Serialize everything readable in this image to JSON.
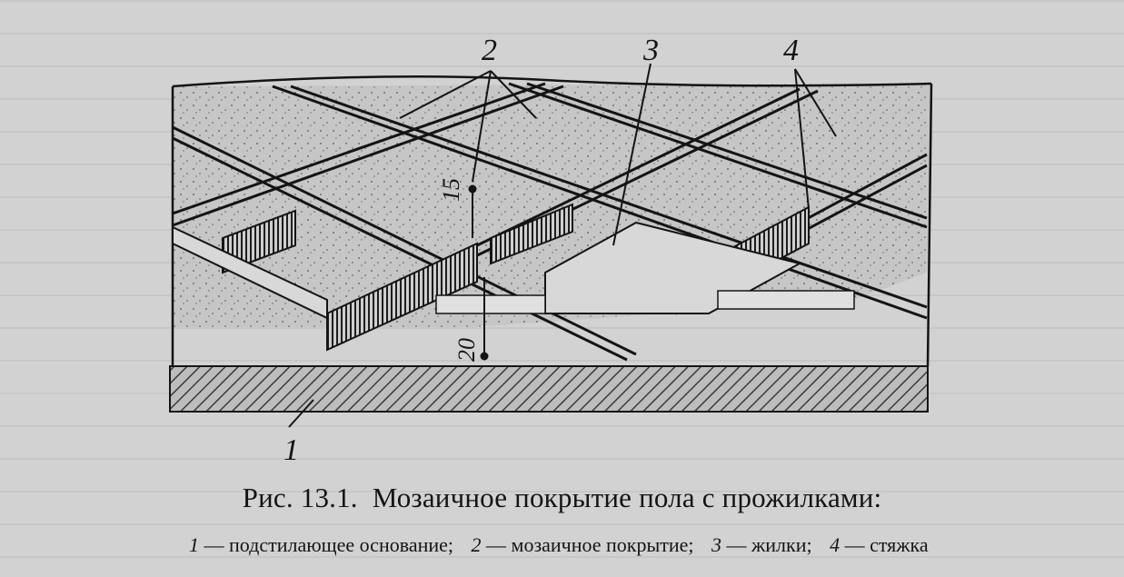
{
  "figure": {
    "labels": {
      "base": "1",
      "mosaic": "2",
      "veins": "3",
      "screed": "4",
      "dim_top": "15",
      "dim_bottom": "20"
    }
  },
  "caption": {
    "prefix": "Рис.",
    "number": "13.1.",
    "title": "Мозаичное покрытие пола с прожилками:"
  },
  "legend": [
    {
      "key": "1",
      "dash": "—",
      "text": "подстилающее основание;"
    },
    {
      "key": "2",
      "dash": "—",
      "text": "мозаичное покрытие;"
    },
    {
      "key": "3",
      "dash": "—",
      "text": "жилки;"
    },
    {
      "key": "4",
      "dash": "—",
      "text": "стяжка"
    }
  ],
  "colors": {
    "paper": "#d2d2d2",
    "ink": "#141414",
    "hatch": "#7a7a7a"
  }
}
